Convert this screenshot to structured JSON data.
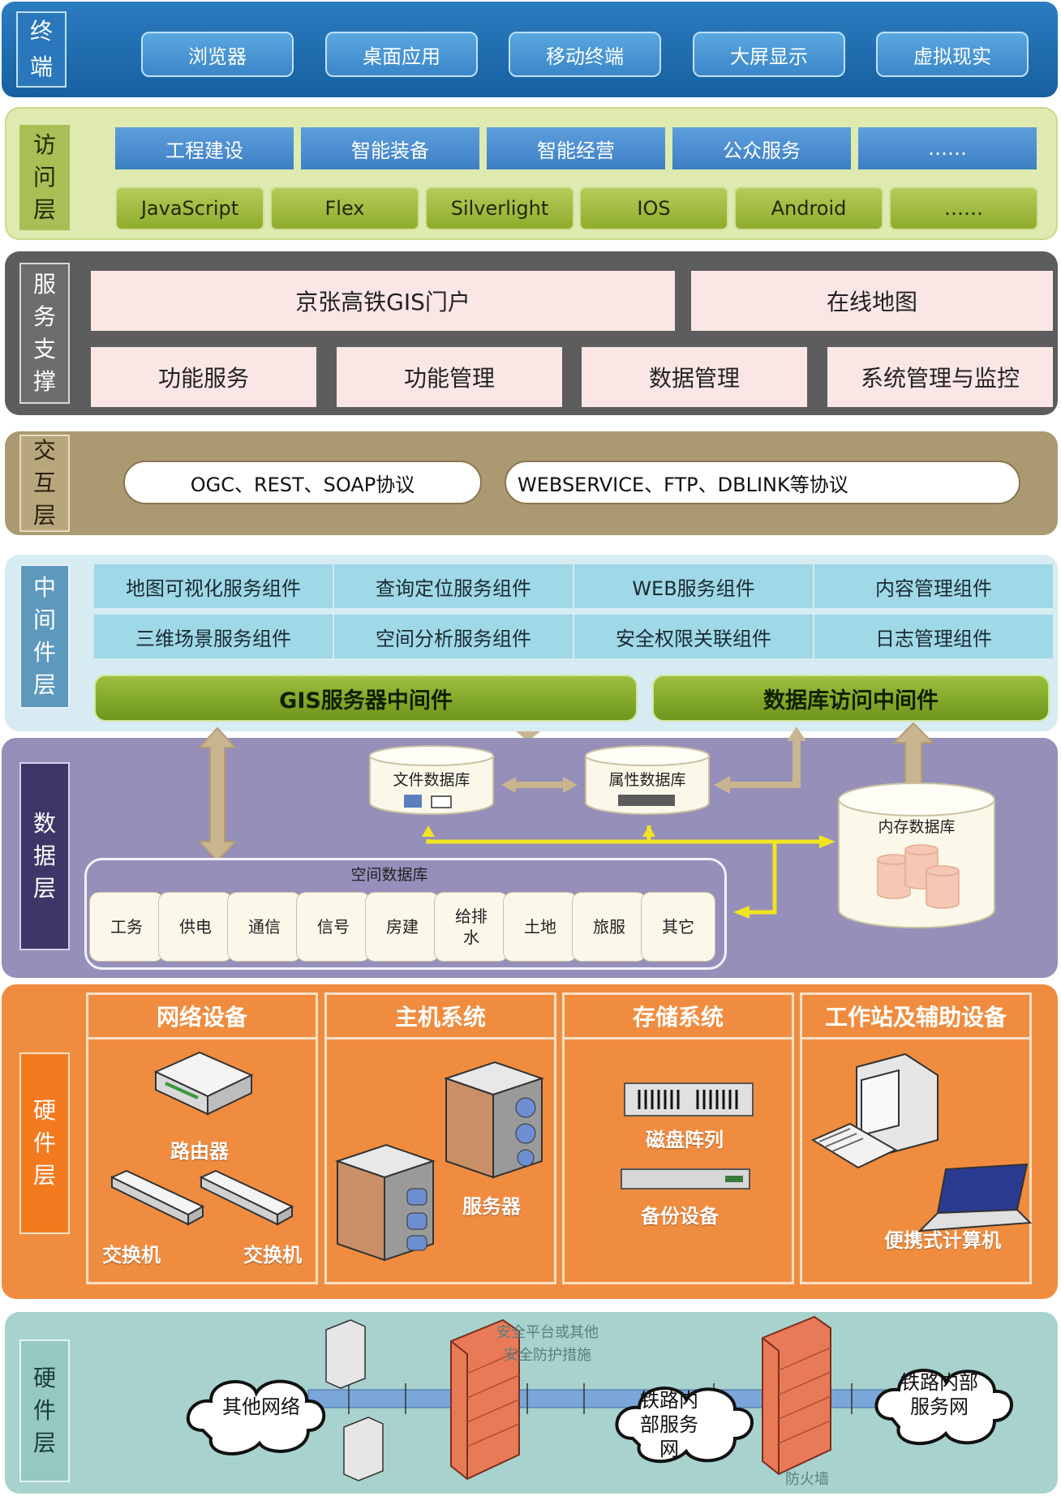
{
  "terminal": {
    "label": "终端",
    "items": [
      "浏览器",
      "桌面应用",
      "移动终端",
      "大屏显示",
      "虚拟现实"
    ]
  },
  "access": {
    "label": "访问层",
    "row1": [
      "工程建设",
      "智能装备",
      "智能经营",
      "公众服务",
      "……"
    ],
    "row2": [
      "JavaScript",
      "Flex",
      "Silverlight",
      "IOS",
      "Android",
      "……"
    ]
  },
  "service": {
    "label": "服务支撑",
    "portal": "京张高铁GIS门户",
    "online_map": "在线地图",
    "row2": [
      "功能服务",
      "功能管理",
      "数据管理",
      "系统管理与监控"
    ]
  },
  "interaction": {
    "label": "交互层",
    "protocol1": "OGC、REST、SOAP协议",
    "protocol2": "WEBSERVICE、FTP、DBLINK等协议"
  },
  "middleware": {
    "label": "中间件层",
    "row1": [
      "地图可视化服务组件",
      "查询定位服务组件",
      "WEB服务组件",
      "内容管理组件"
    ],
    "row2": [
      "三维场景服务组件",
      "空间分析服务组件",
      "安全权限关联组件",
      "日志管理组件"
    ],
    "gis_server": "GIS服务器中间件",
    "db_access": "数据库访问中间件"
  },
  "data": {
    "label": "数据层",
    "file_db": "文件数据库",
    "attr_db": "属性数据库",
    "memory_db": "内存数据库",
    "spatial_db": "空间数据库",
    "spatial_items": [
      "工务",
      "供电",
      "通信",
      "信号",
      "房建",
      "给排水",
      "土地",
      "旅服",
      "其它"
    ]
  },
  "hardware": {
    "label": "硬件层",
    "columns": [
      "网络设备",
      "主机系统",
      "存储系统",
      "工作站及辅助设备"
    ],
    "router": "路由器",
    "switch1": "交换机",
    "switch2": "交换机",
    "server": "服务器",
    "disk_array": "磁盘阵列",
    "backup": "备份设备",
    "laptop": "便携式计算机"
  },
  "network": {
    "label": "硬件层",
    "other_net": "其他网络",
    "rail_internal": "铁路内部服务网",
    "rail_internal2": "铁路内部服务网",
    "security_note": "安全平台或其他安全防护措施",
    "firewall": "防火墙"
  },
  "colors": {
    "terminal_bg": "#1f6eb0",
    "access_bg": "#dfeab1",
    "service_bg": "#5d5d5d",
    "interaction_bg": "#ab9a71",
    "middleware_bg": "#d7ebf2",
    "data_bg": "#958fba",
    "hardware_bg": "#f08c3f",
    "network_bg": "#a7d2ce"
  }
}
